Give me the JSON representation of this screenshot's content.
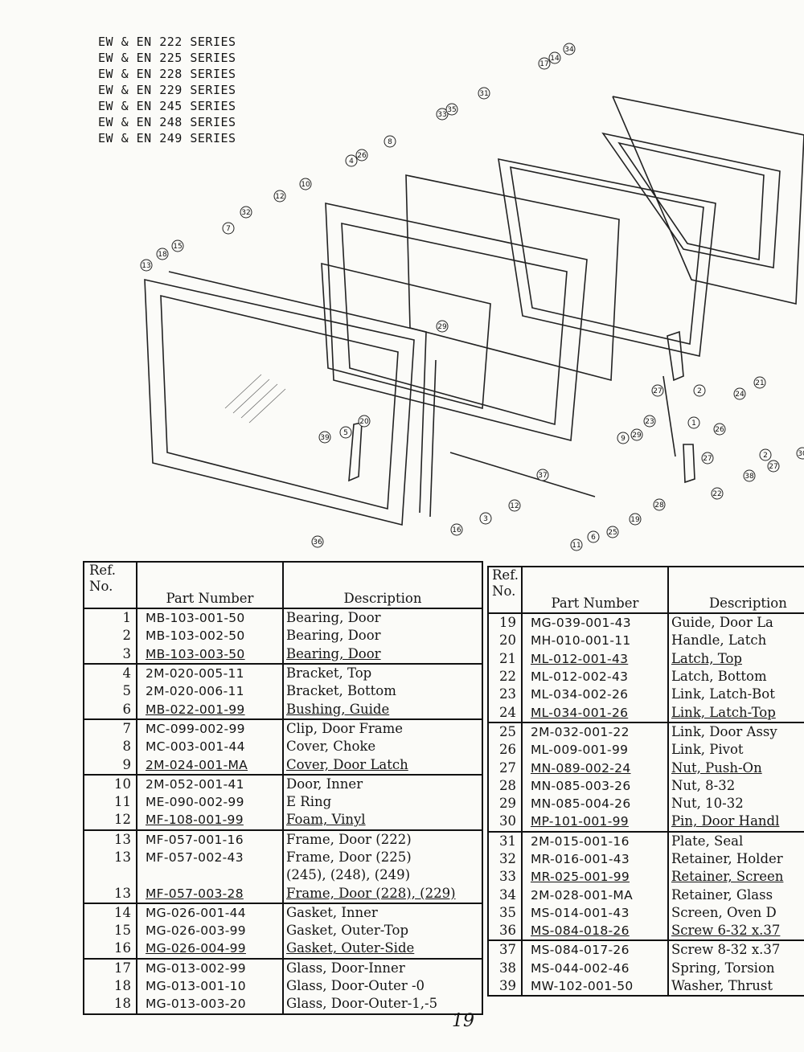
{
  "series": [
    "EW & EN 222 SERIES",
    "EW & EN 225 SERIES",
    "EW & EN 228 SERIES",
    "EW & EN 229 SERIES",
    "EW & EN 245 SERIES",
    "EW & EN 248 SERIES",
    "EW & EN 249 SERIES"
  ],
  "diagram": {
    "callouts": [
      "34",
      "14",
      "17",
      "31",
      "33",
      "35",
      "8",
      "26",
      "4",
      "10",
      "12",
      "32",
      "7",
      "15",
      "18",
      "13",
      "29",
      "21",
      "24",
      "2",
      "27",
      "1",
      "26",
      "23",
      "9",
      "28",
      "29",
      "27",
      "30",
      "38",
      "2",
      "27",
      "22",
      "19",
      "25",
      "6",
      "11",
      "3",
      "37",
      "12",
      "16",
      "5",
      "39",
      "20",
      "36"
    ]
  },
  "table_header": {
    "ref": "Ref.\nNo.",
    "part": "Part Number",
    "desc": "Description"
  },
  "left_rows": [
    {
      "ref": "1",
      "part": "MB-103-001-50",
      "desc": "Bearing, Door"
    },
    {
      "ref": "2",
      "part": "MB-103-002-50",
      "desc": "Bearing, Door"
    },
    {
      "ref": "3",
      "part": "MB-103-003-50",
      "desc": "Bearing, Door"
    },
    {
      "ref": "4",
      "part": "2M-020-005-11",
      "desc": "Bracket, Top"
    },
    {
      "ref": "5",
      "part": "2M-020-006-11",
      "desc": "Bracket, Bottom"
    },
    {
      "ref": "6",
      "part": "MB-022-001-99",
      "desc": "Bushing, Guide"
    },
    {
      "ref": "7",
      "part": "MC-099-002-99",
      "desc": "Clip, Door Frame"
    },
    {
      "ref": "8",
      "part": "MC-003-001-44",
      "desc": "Cover, Choke"
    },
    {
      "ref": "9",
      "part": "2M-024-001-MA",
      "desc": "Cover, Door Latch"
    },
    {
      "ref": "10",
      "part": "2M-052-001-41",
      "desc": "Door, Inner"
    },
    {
      "ref": "11",
      "part": "ME-090-002-99",
      "desc": "E Ring"
    },
    {
      "ref": "12",
      "part": "MF-108-001-99",
      "desc": "Foam, Vinyl"
    },
    {
      "ref": "13",
      "part": "MF-057-001-16",
      "desc": "Frame, Door (222)"
    },
    {
      "ref": "13",
      "part": "MF-057-002-43",
      "desc": "Frame, Door (225)"
    },
    {
      "ref": "",
      "part": "",
      "desc": "(245), (248), (249)"
    },
    {
      "ref": "13",
      "part": "MF-057-003-28",
      "desc": "Frame, Door (228), (229)"
    },
    {
      "ref": "14",
      "part": "MG-026-001-44",
      "desc": "Gasket, Inner"
    },
    {
      "ref": "15",
      "part": "MG-026-003-99",
      "desc": "Gasket, Outer-Top"
    },
    {
      "ref": "16",
      "part": "MG-026-004-99",
      "desc": "Gasket, Outer-Side"
    },
    {
      "ref": "17",
      "part": "MG-013-002-99",
      "desc": "Glass, Door-Inner"
    },
    {
      "ref": "18",
      "part": "MG-013-001-10",
      "desc": "Glass, Door-Outer -0"
    },
    {
      "ref": "18",
      "part": "MG-013-003-20",
      "desc": "Glass, Door-Outer-1,-5"
    }
  ],
  "right_rows": [
    {
      "ref": "19",
      "part": "MG-039-001-43",
      "desc": "Guide, Door La"
    },
    {
      "ref": "20",
      "part": "MH-010-001-11",
      "desc": "Handle, Latch"
    },
    {
      "ref": "21",
      "part": "ML-012-001-43",
      "desc": "Latch, Top"
    },
    {
      "ref": "22",
      "part": "ML-012-002-43",
      "desc": "Latch, Bottom"
    },
    {
      "ref": "23",
      "part": "ML-034-002-26",
      "desc": "Link, Latch-Bot"
    },
    {
      "ref": "24",
      "part": "ML-034-001-26",
      "desc": "Link, Latch-Top"
    },
    {
      "ref": "25",
      "part": "2M-032-001-22",
      "desc": "Link, Door Assy"
    },
    {
      "ref": "26",
      "part": "ML-009-001-99",
      "desc": "Link, Pivot"
    },
    {
      "ref": "27",
      "part": "MN-089-002-24",
      "desc": "Nut, Push-On"
    },
    {
      "ref": "28",
      "part": "MN-085-003-26",
      "desc": "Nut, 8-32"
    },
    {
      "ref": "29",
      "part": "MN-085-004-26",
      "desc": "Nut, 10-32"
    },
    {
      "ref": "30",
      "part": "MP-101-001-99",
      "desc": "Pin, Door Handl"
    },
    {
      "ref": "31",
      "part": "2M-015-001-16",
      "desc": "Plate, Seal"
    },
    {
      "ref": "32",
      "part": "MR-016-001-43",
      "desc": "Retainer, Holder"
    },
    {
      "ref": "33",
      "part": "MR-025-001-99",
      "desc": "Retainer, Screen"
    },
    {
      "ref": "34",
      "part": "2M-028-001-MA",
      "desc": "Retainer, Glass"
    },
    {
      "ref": "35",
      "part": "MS-014-001-43",
      "desc": "Screen, Oven D"
    },
    {
      "ref": "36",
      "part": "MS-084-018-26",
      "desc": "Screw 6-32 x.37"
    },
    {
      "ref": "37",
      "part": "MS-084-017-26",
      "desc": "Screw 8-32 x.37"
    },
    {
      "ref": "38",
      "part": "MS-044-002-46",
      "desc": "Spring, Torsion"
    },
    {
      "ref": "39",
      "part": "MW-102-001-50",
      "desc": "Washer, Thrust"
    }
  ],
  "left_groups": [
    0,
    3,
    6,
    9,
    12,
    16,
    19
  ],
  "right_groups": [
    0,
    6,
    12,
    18
  ],
  "left_underlined": [
    2,
    5,
    8,
    11,
    15,
    18
  ],
  "right_underlined": [
    2,
    5,
    8,
    11,
    14,
    17
  ],
  "page_number": "19"
}
